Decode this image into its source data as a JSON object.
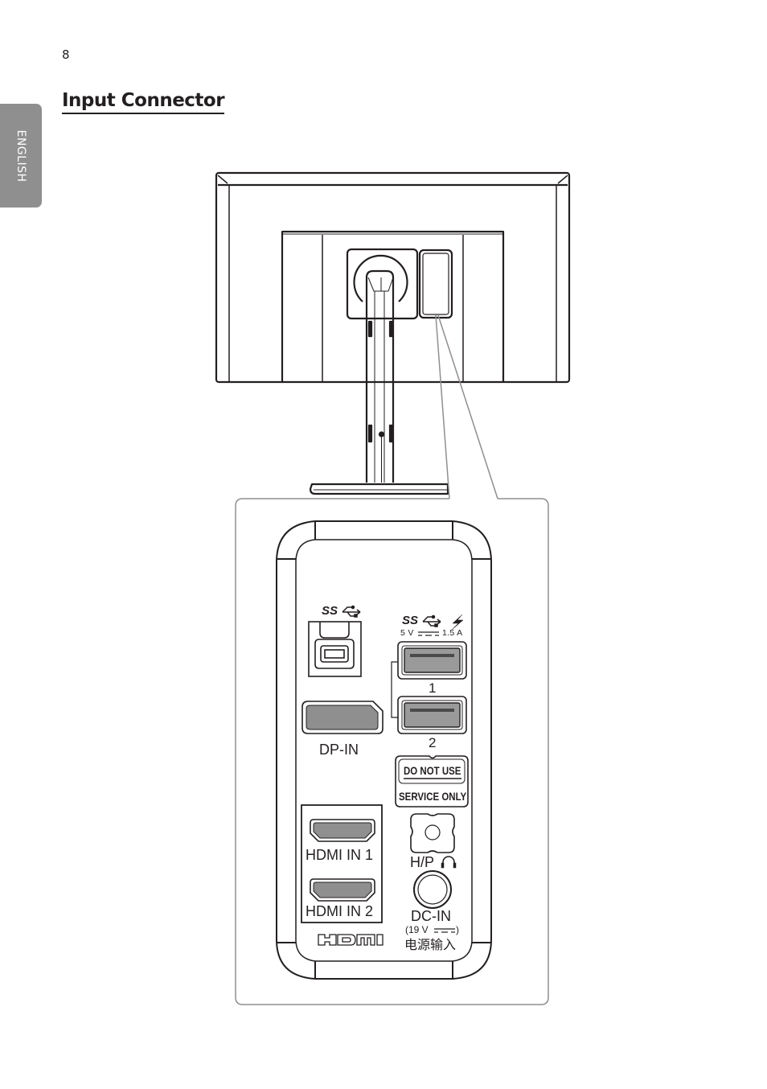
{
  "page": {
    "number": "8",
    "title": "Input Connector",
    "language_tab": "ENGLISH"
  },
  "figure": {
    "description": "Rear view of monitor on stand with zoomed callout of connector panel",
    "ports": {
      "usb_upstream": {
        "logo": "SS",
        "icon": "usb-superspeed-icon"
      },
      "usb_downstream": {
        "logo": "SS",
        "icon": "usb-superspeed-icon",
        "charge_icon": "lightning-icon",
        "rating": "5 V",
        "rating_current": "1.5 A",
        "port_1_label": "1",
        "port_2_label": "2"
      },
      "displayport": {
        "label": "DP-IN"
      },
      "service": {
        "line1": "DO NOT USE",
        "line2": "SERVICE ONLY"
      },
      "hdmi_1": {
        "label": "HDMI IN 1"
      },
      "hdmi_2": {
        "label": "HDMI IN 2"
      },
      "hdmi_logo": "HDMI",
      "headphone": {
        "label": "H/P",
        "icon": "headphone-icon"
      },
      "dc_in": {
        "label": "DC-IN",
        "rating": "(19 V",
        "rating_close": ")",
        "chinese_label": "电源输入"
      }
    }
  }
}
